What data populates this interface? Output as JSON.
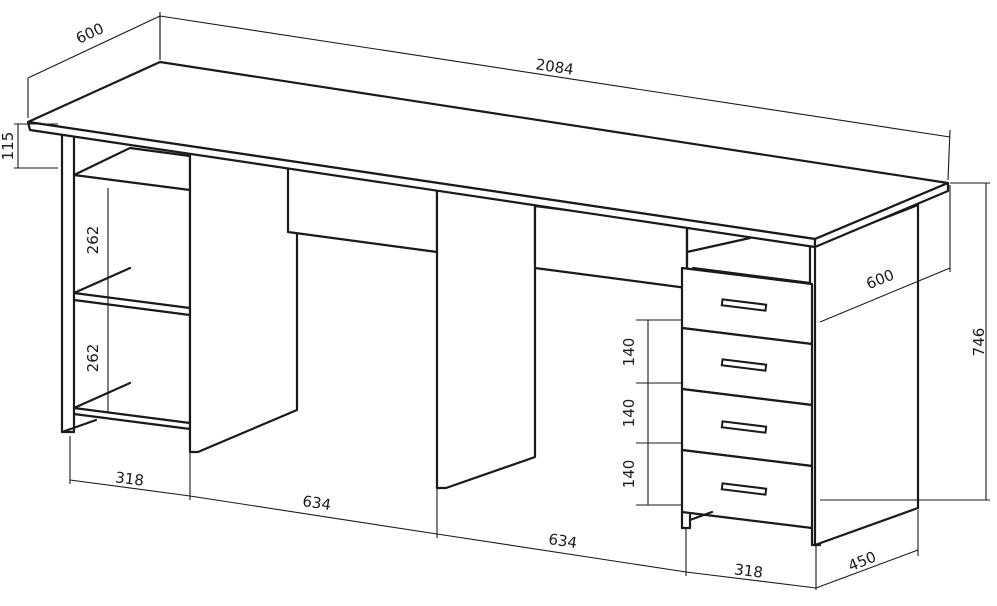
{
  "dimensions": {
    "total_width": "2084",
    "depth_top_left": "600",
    "top_thickness": "115",
    "total_height": "746",
    "depth_right": "600",
    "shelf_height_upper": "262",
    "shelf_height_lower": "262",
    "drawer_height_1": "140",
    "drawer_height_2": "140",
    "drawer_height_3": "140",
    "shelf_section_width": "318",
    "knee_space_left": "634",
    "knee_space_right": "634",
    "drawer_section_width": "318",
    "pedestal_depth": "450"
  }
}
